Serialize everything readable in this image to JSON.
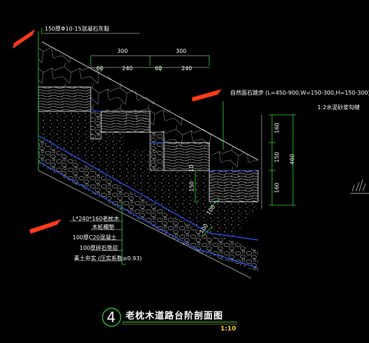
{
  "drawing": {
    "top_note": "150厚Φ10-15混凝石灰黏",
    "right_note": "自然面石踏步 (L=450-900,W=150-300,H=150-300)",
    "right_note2": "1:2水泥砂浆勾缝",
    "left_labels": [
      "L*240*160老枕木",
      "木桩橺垫",
      "100厚C20混凝土",
      "100厚碎石垫层",
      "素土夯实 (压实系数≥0.93)"
    ],
    "dims_top": [
      "300",
      "300"
    ],
    "dims_top_sub": [
      "60",
      "240",
      "60",
      "240"
    ],
    "dims_right": [
      "160",
      "150",
      "160"
    ],
    "dim_right_total": "460",
    "dims_inner": [
      "10",
      "150"
    ],
    "dims_diag": [
      "100",
      "100"
    ],
    "title_number": "4",
    "title": "老枕木道路台阶剖面图",
    "scale": "1:10",
    "colors": {
      "background": "#000000",
      "arrow": "#ff3a1a",
      "line_green": "#2fe02f",
      "line_blue": "#2a5cff",
      "text_yellow": "#ffd23a"
    }
  }
}
